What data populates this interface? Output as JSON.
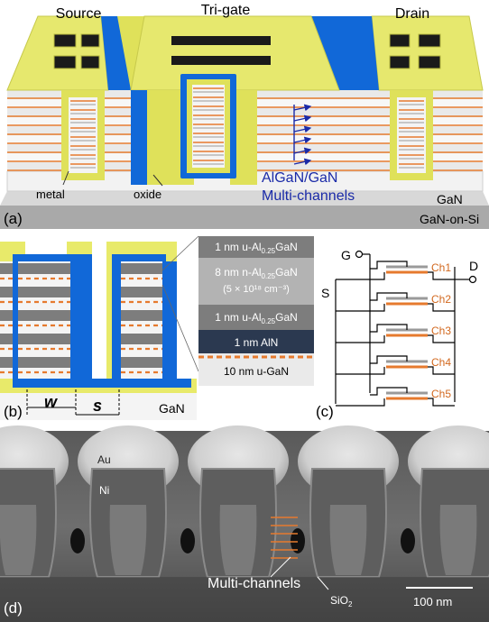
{
  "colors": {
    "yellow": "#e8ea6a",
    "blue": "#1168d8",
    "orange": "#e67a2e",
    "navy": "#2b3950",
    "channel_text": "#1a2aa8",
    "cap_text": "#d2681e"
  },
  "panel_a": {
    "label_source": "Source",
    "label_trigate": "Tri-gate",
    "label_drain": "Drain",
    "label_metal": "metal",
    "label_oxide": "oxide",
    "label_channels_1": "AlGaN/GaN",
    "label_channels_2": "Multi-channels",
    "label_gan": "GaN",
    "label_substrate": "GaN-on-Si",
    "panel_id": "(a)"
  },
  "panel_b": {
    "panel_id": "(b)",
    "label_w": "w",
    "label_s": "s",
    "label_gan": "GaN",
    "stack": [
      {
        "line1": "1 nm u-Al",
        "sub": "0.25",
        "tail": "GaN",
        "line2": ""
      },
      {
        "line1": "8 nm n-Al",
        "sub": "0.25",
        "tail": "GaN",
        "line2": "(5 × 10¹⁸ cm⁻³)"
      },
      {
        "line1": "1 nm u-Al",
        "sub": "0.25",
        "tail": "GaN",
        "line2": ""
      },
      {
        "line1": "1 nm AlN",
        "sub": "",
        "tail": "",
        "line2": ""
      },
      {
        "line1": "10 nm u-GaN",
        "sub": "",
        "tail": "",
        "line2": ""
      }
    ]
  },
  "panel_c": {
    "panel_id": "(c)",
    "label_g": "G",
    "label_s": "S",
    "label_d": "D",
    "channels": [
      "Ch1",
      "Ch2",
      "Ch3",
      "Ch4",
      "Ch5"
    ]
  },
  "panel_d": {
    "panel_id": "(d)",
    "label_au": "Au",
    "label_ni": "Ni",
    "label_channels": "Multi-channels",
    "label_sio2_main": "SiO",
    "label_sio2_sub": "2",
    "scale_bar": "100 nm"
  }
}
